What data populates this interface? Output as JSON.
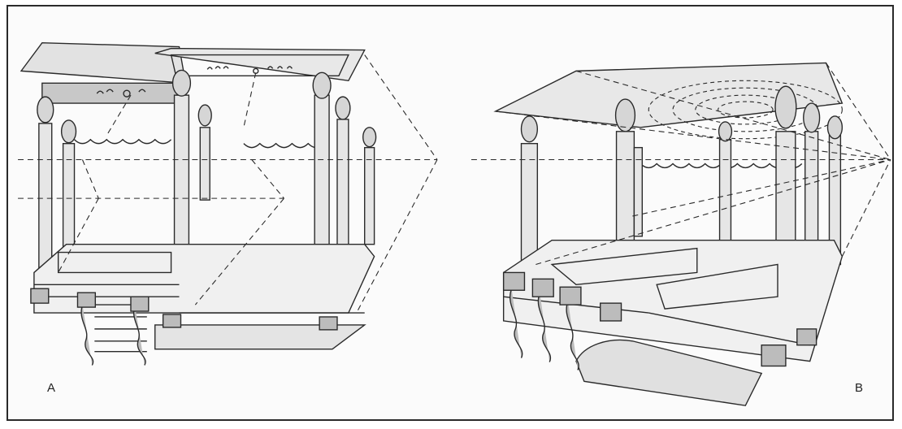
{
  "figure": {
    "panels": [
      {
        "id": "A",
        "label": "A"
      },
      {
        "id": "B",
        "label": "B"
      }
    ]
  },
  "colors": {
    "ink": "#2a2a2a",
    "shade": "#c8c8c8",
    "light_shade": "#e2e2e2",
    "paper": "#fbfbfb"
  }
}
